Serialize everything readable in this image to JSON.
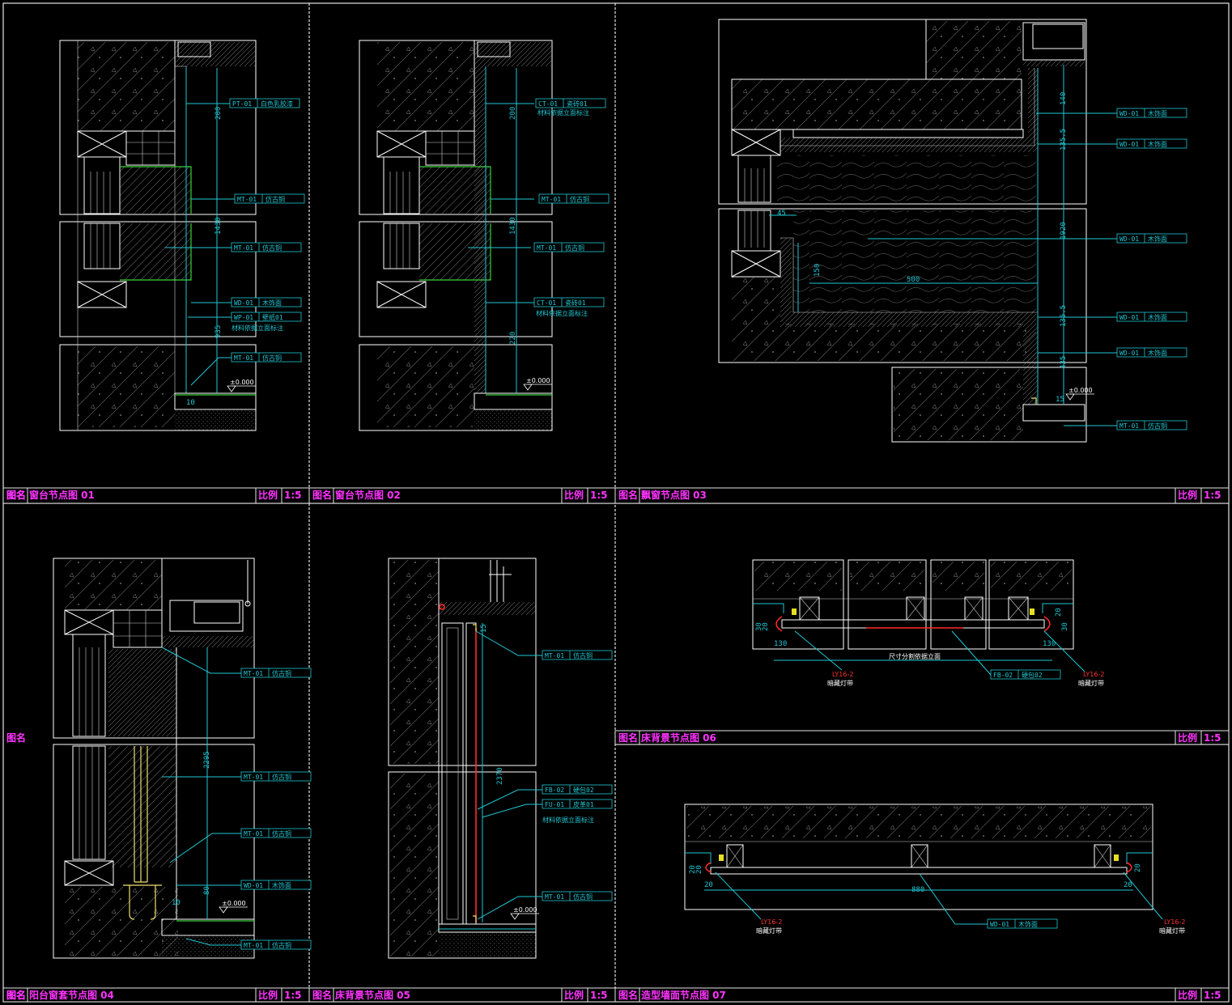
{
  "colors": {
    "background": "#000000",
    "frame": "#e6e6e6",
    "annotation": "#1fc7d4",
    "title": "#ff33ff",
    "lighting": "#ff2a2a",
    "finish": "#39d039"
  },
  "labels": {
    "name_label": "图名",
    "scale_label": "比例"
  },
  "panels": [
    {
      "title": "窗台节点图 01",
      "scale": "1:5",
      "dims": [
        "200",
        "1430",
        "935",
        "10"
      ],
      "tags": [
        {
          "code": "PT-01",
          "text": "白色乳胶漆"
        },
        {
          "code": "MT-01",
          "text": "仿古铜"
        },
        {
          "code": "MT-01",
          "text": "仿古铜"
        },
        {
          "code": "WD-01",
          "text": "木饰面"
        },
        {
          "code": "WP-01",
          "text": "壁纸01"
        },
        {
          "code": "MT-01",
          "text": "仿古铜"
        }
      ],
      "notes": [
        "材料依据立面标注"
      ],
      "level": "±0.000"
    },
    {
      "title": "窗台节点图 02",
      "scale": "1:5",
      "dims": [
        "200",
        "1430",
        "220"
      ],
      "tags": [
        {
          "code": "CT-01",
          "text": "瓷砖01"
        },
        {
          "code": "MT-01",
          "text": "仿古铜"
        },
        {
          "code": "MT-01",
          "text": "仿古铜"
        },
        {
          "code": "CT-01",
          "text": "瓷砖01"
        }
      ],
      "notes": [
        "材料依据立面标注",
        "材料依据立面标注"
      ],
      "level": "±0.000"
    },
    {
      "title": "飘窗节点图 03",
      "scale": "1:5",
      "dims": [
        "140",
        "135.5",
        "45",
        "1920",
        "150",
        "500",
        "135.5",
        "435",
        "15"
      ],
      "tags": [
        {
          "code": "WD-01",
          "text": "木饰面"
        },
        {
          "code": "WD-01",
          "text": "木饰面"
        },
        {
          "code": "WD-01",
          "text": "木饰面"
        },
        {
          "code": "WD-01",
          "text": "木饰面"
        },
        {
          "code": "WD-01",
          "text": "木饰面"
        },
        {
          "code": "MT-01",
          "text": "仿古铜"
        }
      ],
      "level": "±0.000"
    },
    {
      "title": "阳台窗套节点图 04",
      "scale": "1:5",
      "dims": [
        "2295",
        "80",
        "10"
      ],
      "tags": [
        {
          "code": "MT-01",
          "text": "仿古铜"
        },
        {
          "code": "MT-01",
          "text": "仿古铜"
        },
        {
          "code": "MT-01",
          "text": "仿古铜"
        },
        {
          "code": "WD-01",
          "text": "木饰面"
        },
        {
          "code": "MT-01",
          "text": "仿古铜"
        }
      ],
      "level": "±0.000"
    },
    {
      "title": "床背景节点图 05",
      "scale": "1:5",
      "dims": [
        "15",
        "2370"
      ],
      "tags": [
        {
          "code": "MT-01",
          "text": "仿古铜"
        },
        {
          "code": "FB-02",
          "text": "硬包02"
        },
        {
          "code": "FU-01",
          "text": "皮革01"
        },
        {
          "code": "MT-01",
          "text": "仿古铜"
        }
      ],
      "notes": [
        "材料依据立面标注"
      ],
      "level": "±0.000"
    },
    {
      "title": "床背景节点图 06",
      "scale": "1:5",
      "dims": [
        "30",
        "20",
        "130",
        "130",
        "20",
        "30"
      ],
      "tags": [
        {
          "code": "FB-02",
          "text": "硬包02"
        }
      ],
      "notes": [
        "尺寸分割依据立面"
      ],
      "lights": [
        {
          "code": "LY16-2",
          "text": "暗藏灯带"
        },
        {
          "code": "LY16-2",
          "text": "暗藏灯带"
        }
      ]
    },
    {
      "title": "造型墙面节点图 07",
      "scale": "1:5",
      "dims": [
        "20",
        "20",
        "20",
        "20",
        "20",
        "880"
      ],
      "tags": [
        {
          "code": "WD-01",
          "text": "木饰面"
        }
      ],
      "lights": [
        {
          "code": "LY16-2",
          "text": "暗藏灯带"
        },
        {
          "code": "LY16-2",
          "text": "暗藏灯带"
        }
      ]
    }
  ]
}
